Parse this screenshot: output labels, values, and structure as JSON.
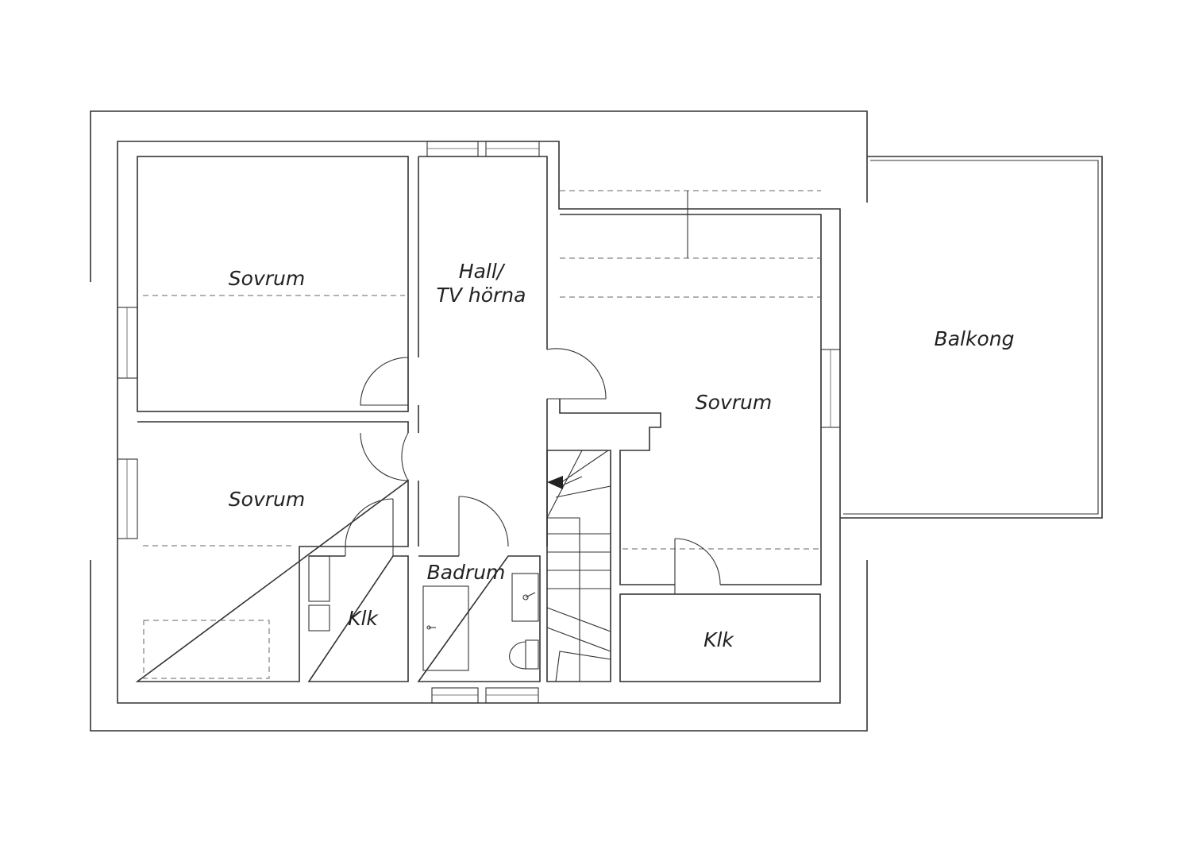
{
  "plan": {
    "rooms": {
      "bedroom_top_left": "Sovrum",
      "hall_line1": "Hall/",
      "hall_line2": "TV hörna",
      "bedroom_bottom_left": "Sovrum",
      "closet_left": "Klk",
      "bathroom": "Badrum",
      "bedroom_right": "Sovrum",
      "closet_right": "Klk",
      "balcony": "Balkong"
    }
  }
}
